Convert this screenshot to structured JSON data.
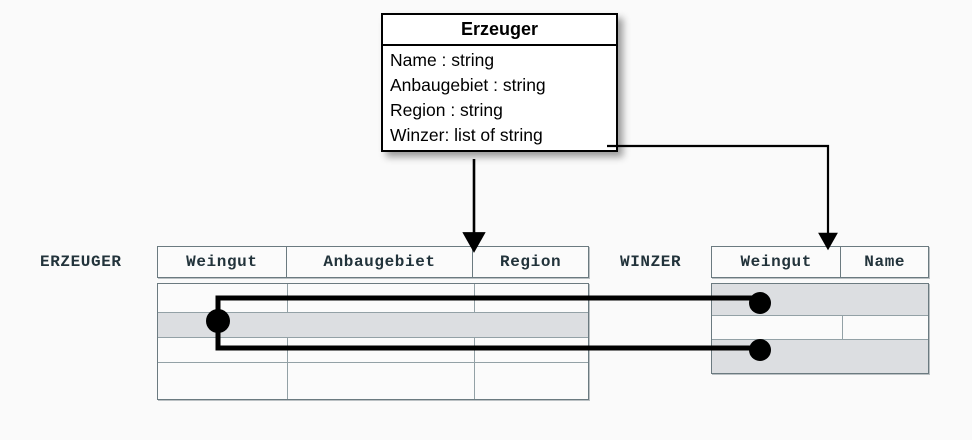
{
  "diagram": {
    "title": "Erzeuger",
    "background_color": "#fafafa"
  },
  "uml_class": {
    "name": "Erzeuger",
    "attributes": [
      "Name : string",
      "Anbaugebiet : string",
      "Region : string",
      "Winzer: list of string"
    ]
  },
  "tables": [
    {
      "label": "ERZEUGER",
      "columns": [
        "Weingut",
        "Anbaugebiet",
        "Region"
      ],
      "row_count": 4,
      "shaded_rows": [
        1
      ],
      "rows": [
        [
          "",
          "",
          ""
        ],
        [
          "",
          "",
          ""
        ],
        [
          "",
          "",
          ""
        ],
        [
          "",
          "",
          ""
        ]
      ]
    },
    {
      "label": "WINZER",
      "columns": [
        "Weingut",
        "Name"
      ],
      "row_count": 3,
      "shaded_rows": [
        0,
        2
      ],
      "rows": [
        [
          "",
          ""
        ],
        [
          "",
          ""
        ],
        [
          "",
          ""
        ]
      ]
    }
  ],
  "connectors": {
    "mapping_arrows": [
      {
        "from": "uml-class-bottom",
        "to": "erzeuger-table-header",
        "style": "solid-arrow"
      },
      {
        "from": "winzer-attribute",
        "to": "winzer-table-header",
        "style": "solid-arrow-elbow"
      }
    ],
    "link_lines": [
      {
        "from": "erzeuger-row-2",
        "to": "winzer-row-1",
        "style": "solid-dot-endpoints"
      },
      {
        "from": "erzeuger-row-2",
        "to": "winzer-row-3",
        "style": "solid-dot-endpoints"
      }
    ],
    "line_color": "#000000"
  }
}
